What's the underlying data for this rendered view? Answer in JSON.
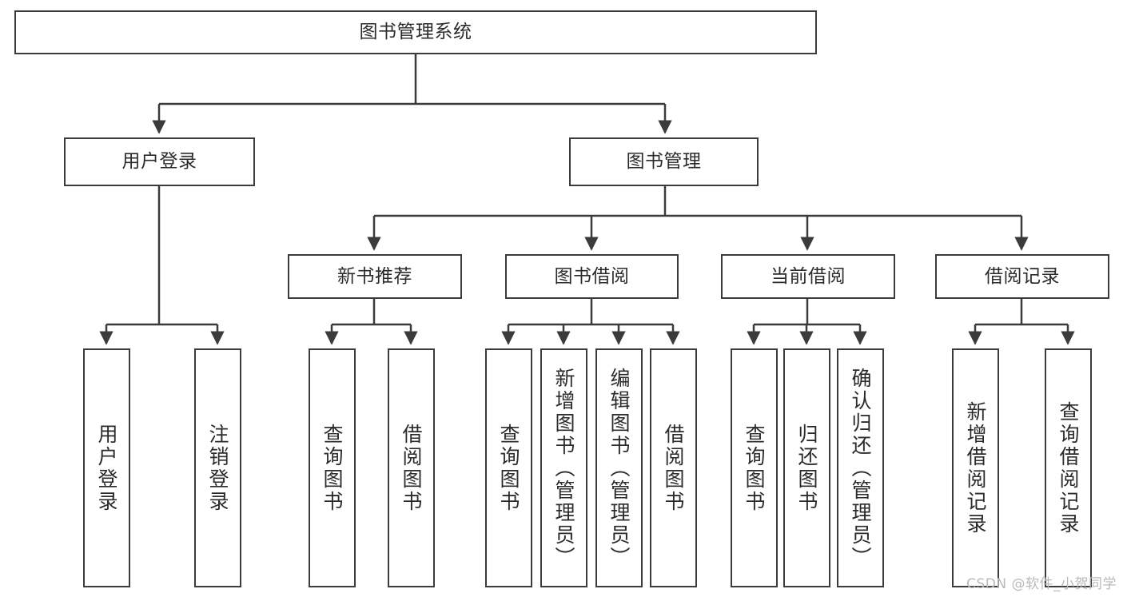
{
  "diagram": {
    "title": "图书管理系统",
    "type": "tree",
    "background_color": "#ffffff",
    "stroke_color": "#3b3b3b",
    "text_color": "#2b2b2b"
  },
  "nodes": {
    "root": {
      "label": "图书管理系统",
      "level": 1
    },
    "level2": [
      {
        "id": "user-login",
        "label": "用户登录"
      },
      {
        "id": "book-manage",
        "label": "图书管理"
      }
    ],
    "level3": [
      {
        "id": "new-book-recommend",
        "label": "新书推荐",
        "parent": "book-manage"
      },
      {
        "id": "book-borrow",
        "label": "图书借阅",
        "parent": "book-manage"
      },
      {
        "id": "current-borrow",
        "label": "当前借阅",
        "parent": "book-manage"
      },
      {
        "id": "borrow-record",
        "label": "借阅记录",
        "parent": "book-manage"
      }
    ],
    "leaves": [
      {
        "id": "leaf-user-login",
        "label": "用户登录",
        "parent": "user-login"
      },
      {
        "id": "leaf-logout",
        "label": "注销登录",
        "parent": "user-login"
      },
      {
        "id": "leaf-query-book-1",
        "label": "查询图书",
        "parent": "new-book-recommend"
      },
      {
        "id": "leaf-borrow-book-1",
        "label": "借阅图书",
        "parent": "new-book-recommend"
      },
      {
        "id": "leaf-query-book-2",
        "label": "查询图书",
        "parent": "book-borrow"
      },
      {
        "id": "leaf-add-book",
        "label": "新增图书（管理员）",
        "parent": "book-borrow"
      },
      {
        "id": "leaf-edit-book",
        "label": "编辑图书（管理员）",
        "parent": "book-borrow"
      },
      {
        "id": "leaf-borrow-book-2",
        "label": "借阅图书",
        "parent": "book-borrow"
      },
      {
        "id": "leaf-query-book-3",
        "label": "查询图书",
        "parent": "current-borrow"
      },
      {
        "id": "leaf-return-book",
        "label": "归还图书",
        "parent": "current-borrow"
      },
      {
        "id": "leaf-confirm-return",
        "label": "确认归还（管理员）",
        "parent": "current-borrow"
      },
      {
        "id": "leaf-add-record",
        "label": "新增借阅记录",
        "parent": "borrow-record"
      },
      {
        "id": "leaf-query-record",
        "label": "查询借阅记录",
        "parent": "borrow-record"
      }
    ]
  },
  "watermark": {
    "text": "CSDN @软件_小贺同学"
  }
}
